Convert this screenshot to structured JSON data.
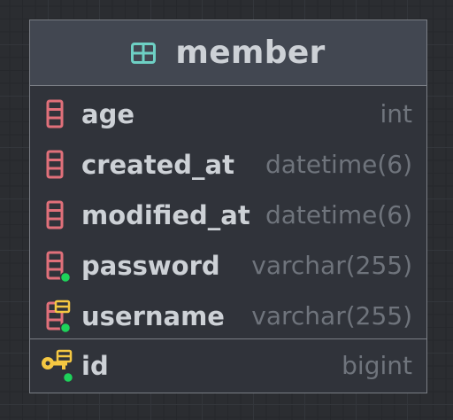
{
  "table": {
    "name": "member",
    "columns": [
      {
        "name": "age",
        "type": "int",
        "icon": "column-icon"
      },
      {
        "name": "created_at",
        "type": "datetime(6)",
        "icon": "column-icon"
      },
      {
        "name": "modified_at",
        "type": "datetime(6)",
        "icon": "column-icon"
      },
      {
        "name": "password",
        "type": "varchar(255)",
        "icon": "column-not-null-icon"
      },
      {
        "name": "username",
        "type": "varchar(255)",
        "icon": "column-unique-index-icon"
      }
    ],
    "primary_key": {
      "name": "id",
      "type": "bigint",
      "icon": "primary-key-icon"
    }
  },
  "colors": {
    "header_bg": "#424751",
    "card_bg": "#30333a",
    "column_icon": "#e0707a",
    "key_icon": "#f5c842",
    "table_icon": "#6ed0c4",
    "not_null_dot": "#1ed25a"
  }
}
